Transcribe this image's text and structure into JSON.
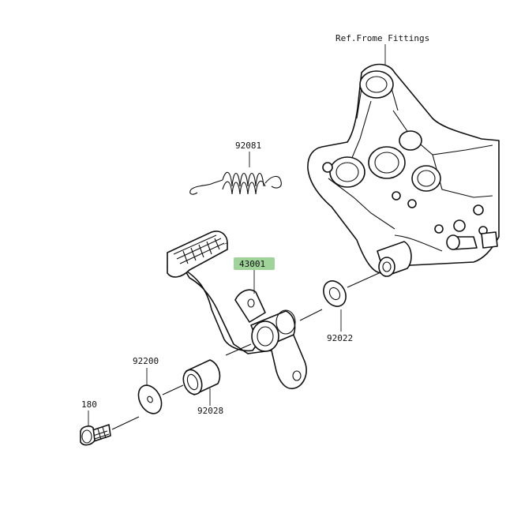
{
  "diagram": {
    "ref_label": "Ref.Frome Fittings",
    "highlight_color": "#9fd39a",
    "parts": [
      {
        "id": "spring",
        "number": "92081"
      },
      {
        "id": "brake-pedal",
        "number": "43001"
      },
      {
        "id": "washer-right",
        "number": "92022"
      },
      {
        "id": "washer-left",
        "number": "92200"
      },
      {
        "id": "bushing",
        "number": "92028"
      },
      {
        "id": "bolt",
        "number": "180"
      }
    ]
  }
}
